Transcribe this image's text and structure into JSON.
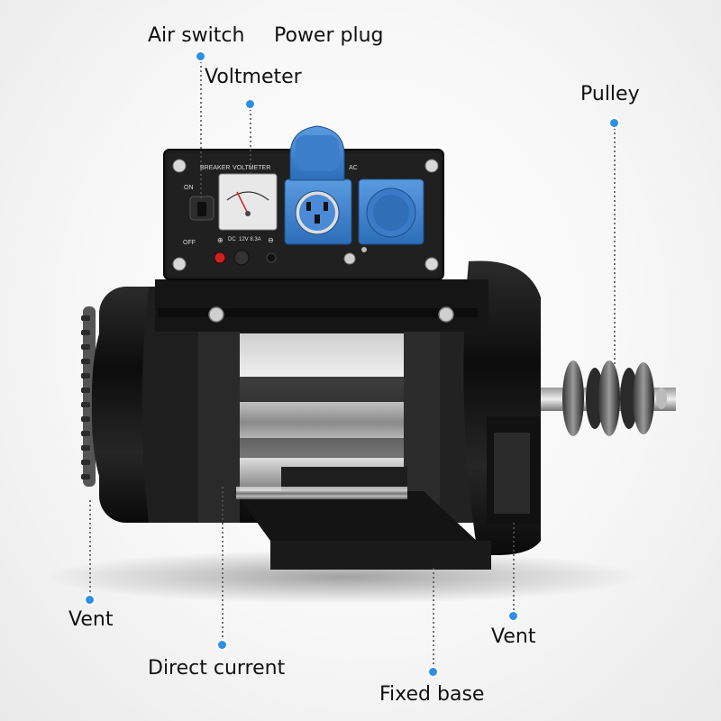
{
  "callouts": {
    "air_switch": "Air switch",
    "power_plug": "Power plug",
    "voltmeter": "Voltmeter",
    "pulley": "Pulley",
    "vent_left": "Vent",
    "direct_current": "Direct current",
    "fixed_base": "Fixed base",
    "vent_right": "Vent"
  },
  "panel": {
    "breaker": "BREAKER",
    "voltmeter": "VOLTMETER",
    "ac": "AC",
    "on": "ON",
    "off": "OFF",
    "dc_rating": "DC  12V 8.3A",
    "plus": "⊕",
    "minus": "⊖"
  },
  "colors": {
    "callout_dot": "#2f8fe6",
    "socket_blue": "#3b7fd0",
    "body_black": "#1a1a1a"
  }
}
